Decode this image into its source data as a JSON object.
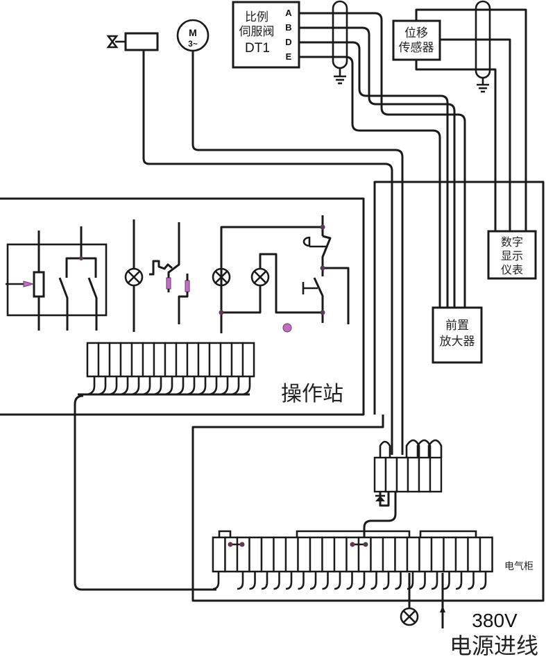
{
  "diagram": {
    "type": "electrical-wiring-diagram",
    "components": {
      "servo_valve": {
        "line1": "比例",
        "line2": "伺服阀",
        "line3": "DT1",
        "terminals": [
          "A",
          "B",
          "D",
          "E"
        ]
      },
      "displacement_sensor": {
        "line1": "位移",
        "line2": "传感器"
      },
      "digital_display": {
        "line1": "数字",
        "line2": "显示",
        "line3": "仪表"
      },
      "preamplifier": {
        "line1": "前置",
        "line2": "放大器"
      },
      "motor": {
        "symbol": "M",
        "phases": "3~"
      },
      "solenoid_valve": {
        "symbol": "solenoid-valve"
      }
    },
    "zones": {
      "operator_station": "操作站",
      "electrical_cabinet": "电气柜"
    },
    "power": {
      "voltage": "380V",
      "label": "电源进线"
    },
    "terminal_blocks": {
      "operator_station_terminals": 15,
      "relay_block_terminals": 6,
      "cabinet_terminals": 23
    },
    "colors": {
      "wire": "#1a1a1a",
      "junction": "#5a3a55",
      "accent": "#c070c0"
    }
  }
}
